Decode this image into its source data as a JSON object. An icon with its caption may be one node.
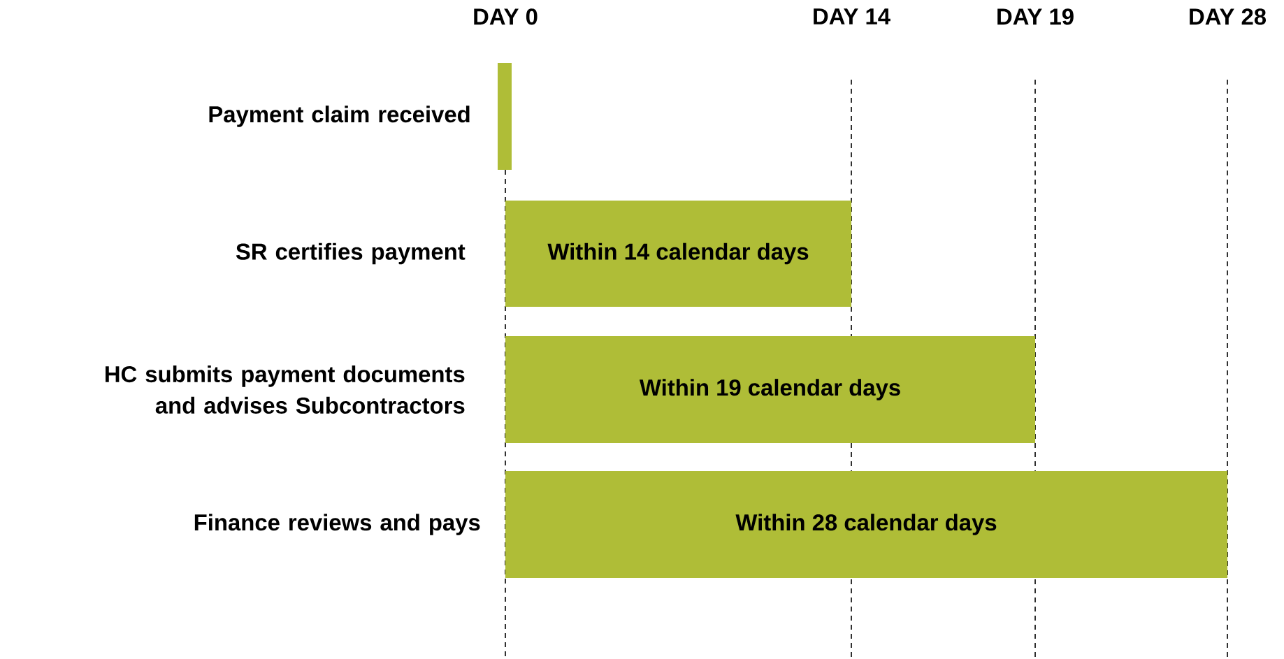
{
  "diagram": {
    "nodes": [
      {
        "text": [],
        "shape": "bar",
        "beside": [
          "Payment claim received"
        ]
      },
      {
        "text": [
          "Within 14 calendar days"
        ],
        "beside": [
          "SR certifies payment"
        ]
      },
      {
        "text": [
          "Within 19 calendar days"
        ],
        "beside": [
          "HC submits payment documents and advises Subcontractors"
        ]
      },
      {
        "text": [
          "Within 28 calendar days"
        ],
        "beside": [
          "Finance reviews and pays"
        ]
      }
    ],
    "labels": [
      "DAY 0",
      "DAY 14",
      "DAY 19",
      "DAY 28"
    ]
  }
}
